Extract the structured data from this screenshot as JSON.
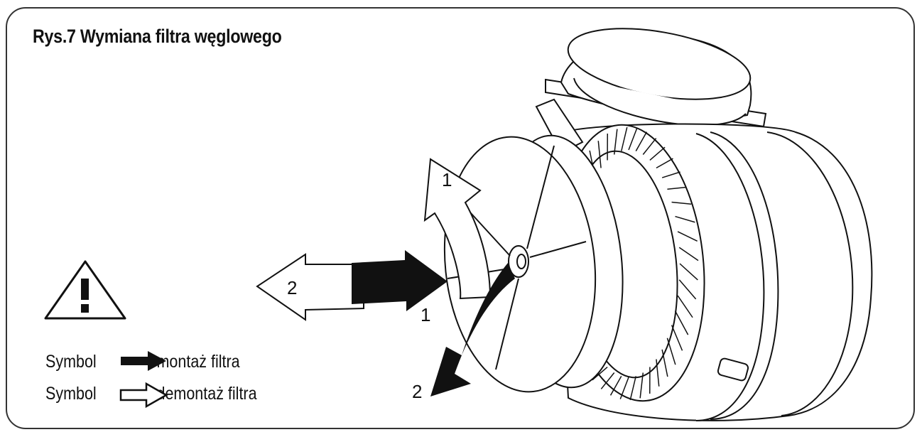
{
  "figure": {
    "title": "Rys.7 Wymiana filtra węglowego"
  },
  "labels": {
    "rotate_1": "1",
    "push_1": "1",
    "pull_2": "2",
    "rotate_2": "2"
  },
  "legend": {
    "row1": {
      "symbol_word": "Symbol",
      "text": "montaż filtra",
      "arrow_icon": "filled-arrow-icon"
    },
    "row2": {
      "symbol_word": "Symbol",
      "text": "demontaż filtra",
      "arrow_icon": "outline-arrow-icon"
    }
  },
  "icons": {
    "warning": "warning-triangle-icon"
  },
  "colors": {
    "ink": "#111111",
    "fill": "#ffffff"
  }
}
